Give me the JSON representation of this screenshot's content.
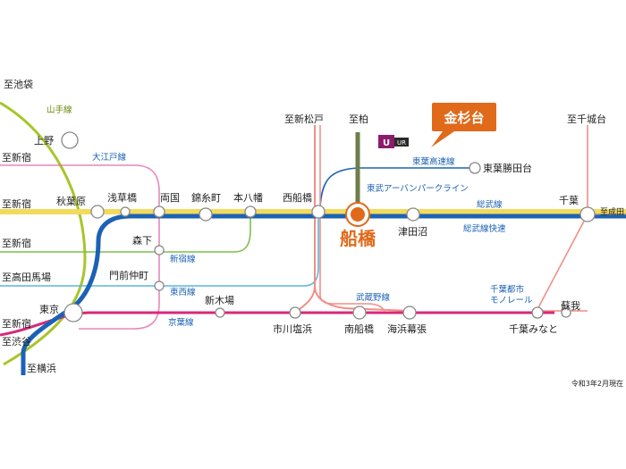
{
  "map": {
    "highlight_station": "船橋",
    "destination_callout": "金杉台",
    "note": "令和3年2月現在",
    "colors": {
      "jr_sobu_rapid": "#1b62b5",
      "jr_sobu_local": "#f3da5c",
      "yamanote": "#a8c52b",
      "oedo": "#e06aa6",
      "shinjuku_line": "#7cc04a",
      "tozai": "#5bb5e0",
      "keiyo": "#d8287a",
      "shinkeisei": "#f08f86",
      "musashino": "#f08f86",
      "toyo": "#1b62b5",
      "tobu": "#6e7d4a",
      "monorail": "#f08f86",
      "funabashi": "#e06a1a"
    },
    "directions": {
      "ikebukuro": "至池袋",
      "shinjuku_oedo": "至新宿",
      "shinjuku_sobu": "至新宿",
      "shinjuku_shinjukuline": "至新宿",
      "takadanobaba": "至高田馬場",
      "shinjuku_keiyo": "至新宿",
      "shibuya": "至渋谷",
      "yokohama": "至横浜",
      "shin_matsudo": "至新松戸",
      "kashiwa": "至柏",
      "chiba_castle": "至千城台",
      "narita": "至成田"
    },
    "lines": {
      "yamanote": "山手線",
      "oedo": "大江戸線",
      "shinjuku": "新宿線",
      "tozai": "東西線",
      "keiyo": "京葉線",
      "toyo_rapid": "東葉高速線",
      "tobu_urban_park": "東武アーバンパークライン",
      "sobu": "総武線",
      "sobu_rapid": "総武線快速",
      "musashino": "武蔵野線",
      "monorail": "千葉都市\nモノレール"
    },
    "stations": {
      "ueno": "上野",
      "akihabara": "秋葉原",
      "asakusabashi": "浅草橋",
      "ryogoku": "両国",
      "kinshicho": "錦糸町",
      "motoyawata": "本八幡",
      "nishi_funabashi": "西船橋",
      "funabashi": "船橋",
      "tsudanuma": "津田沼",
      "chiba": "千葉",
      "toyo_katsutadai": "東葉勝田台",
      "morishita": "森下",
      "monzen_nakacho": "門前仲町",
      "tokyo": "東京",
      "shinkiba": "新木場",
      "ichikawa_shiohama": "市川塩浜",
      "minami_funabashi": "南船橋",
      "kaihin_makuhari": "海浜幕張",
      "chiba_minato": "千葉みなと",
      "soga": "蘇我"
    },
    "ur_label": "UR",
    "uiu_label": "U"
  }
}
